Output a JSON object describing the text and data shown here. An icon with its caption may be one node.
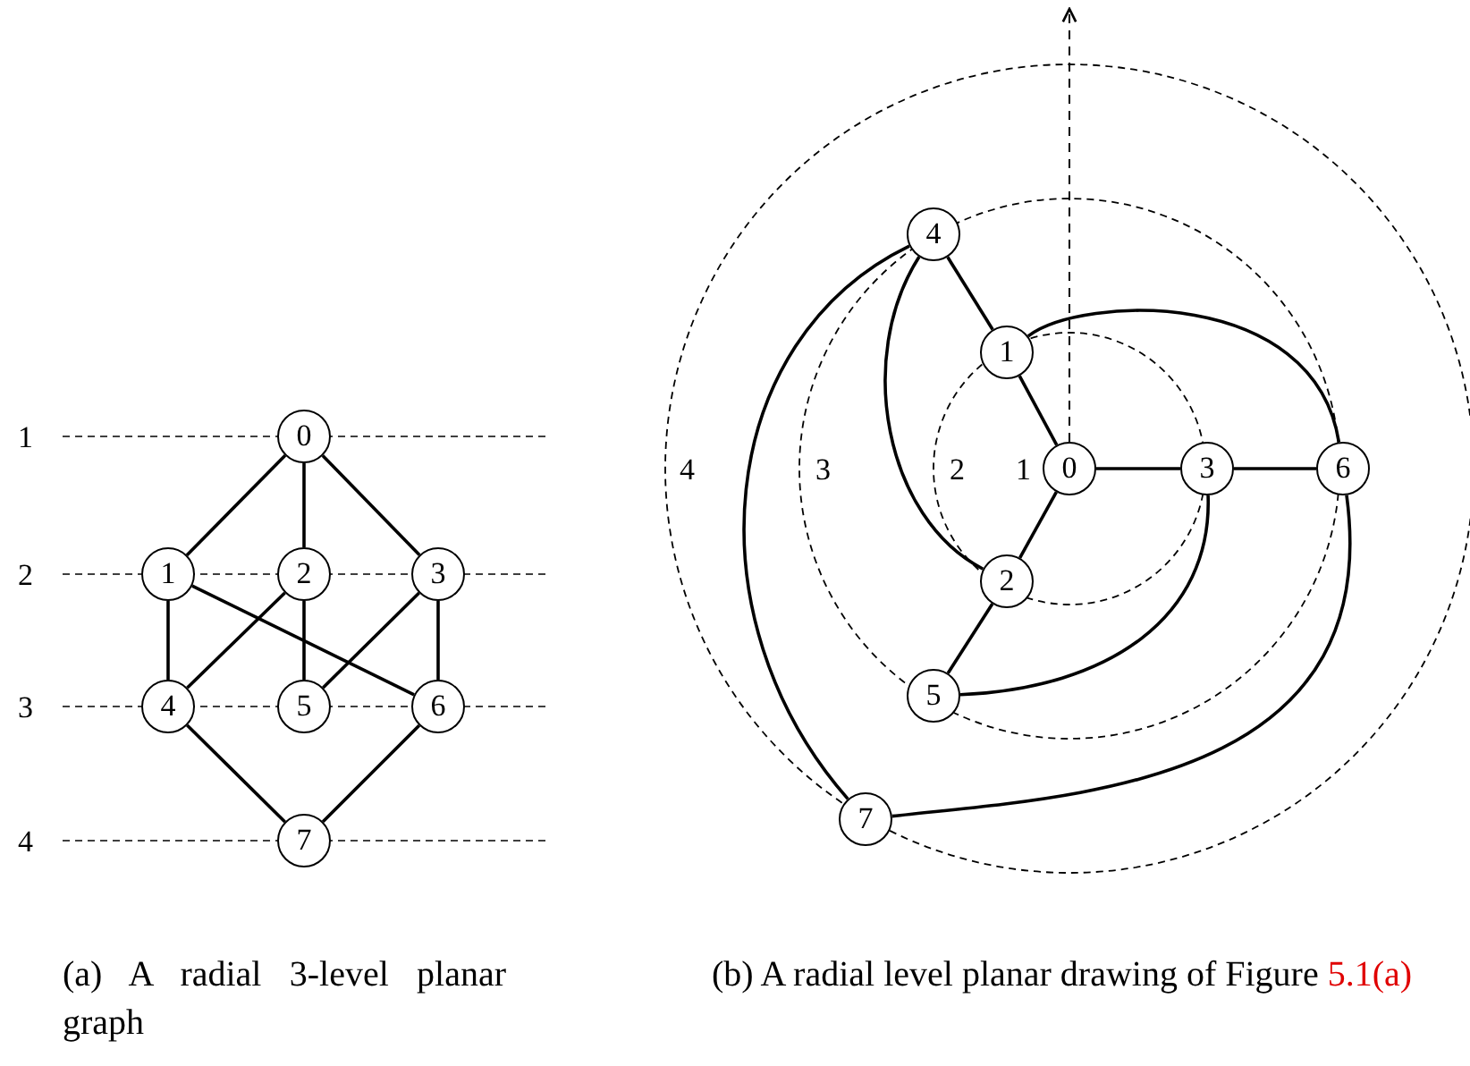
{
  "diagram": {
    "nodes": [
      {
        "text": [
          "0"
        ]
      },
      {
        "text": [
          "1"
        ]
      },
      {
        "text": [
          "2"
        ]
      },
      {
        "text": [
          "3"
        ]
      },
      {
        "text": [
          "4"
        ]
      },
      {
        "text": [
          "5"
        ]
      },
      {
        "text": [
          "6"
        ]
      },
      {
        "text": [
          "7"
        ]
      },
      {
        "text": [
          "0"
        ]
      },
      {
        "text": [
          "1"
        ]
      },
      {
        "text": [
          "2"
        ]
      },
      {
        "text": [
          "3"
        ]
      },
      {
        "text": [
          "4"
        ]
      },
      {
        "text": [
          "5"
        ]
      },
      {
        "text": [
          "6"
        ]
      },
      {
        "text": [
          "7"
        ]
      }
    ],
    "edges": [
      {
        "from": 0,
        "to": 1,
        "arrow": "none"
      },
      {
        "from": 0,
        "to": 2,
        "arrow": "none"
      },
      {
        "from": 0,
        "to": 3,
        "arrow": "none"
      },
      {
        "from": 1,
        "to": 4,
        "arrow": "none"
      },
      {
        "from": 1,
        "to": 6,
        "arrow": "none"
      },
      {
        "from": 2,
        "to": 4,
        "arrow": "none"
      },
      {
        "from": 2,
        "to": 5,
        "arrow": "none"
      },
      {
        "from": 3,
        "to": 5,
        "arrow": "none"
      },
      {
        "from": 3,
        "to": 6,
        "arrow": "none"
      },
      {
        "from": 4,
        "to": 7,
        "arrow": "none"
      },
      {
        "from": 6,
        "to": 7,
        "arrow": "none"
      },
      {
        "from": 8,
        "to": 9,
        "arrow": "none"
      },
      {
        "from": 8,
        "to": 10,
        "arrow": "none"
      },
      {
        "from": 8,
        "to": 11,
        "arrow": "none"
      },
      {
        "from": 9,
        "to": 12,
        "arrow": "none"
      },
      {
        "from": 9,
        "to": 14,
        "arrow": "none"
      },
      {
        "from": 12,
        "to": 10,
        "arrow": "none"
      },
      {
        "from": 10,
        "to": 13,
        "arrow": "none"
      },
      {
        "from": 11,
        "to": 13,
        "arrow": "none"
      },
      {
        "from": 11,
        "to": 14,
        "arrow": "none"
      },
      {
        "from": 12,
        "to": 15,
        "arrow": "none"
      },
      {
        "from": 14,
        "to": 15,
        "arrow": "none"
      },
      {
        "from": 8,
        "to": null,
        "arrow": "to",
        "style": "dashed"
      }
    ],
    "labels": [
      "1",
      "2",
      "3",
      "4",
      "4",
      "3",
      "2",
      "1",
      "(a) A radial 3-level planar graph",
      "(b) A radial level planar drawing of Figure 5.1(a)"
    ]
  }
}
